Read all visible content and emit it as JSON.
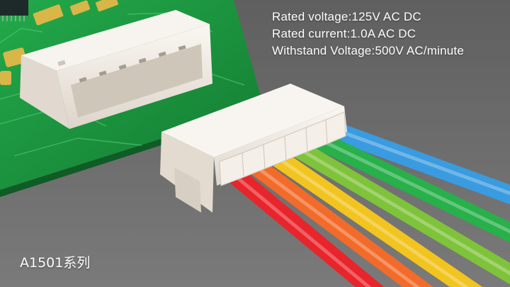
{
  "specs": [
    "Rated voltage:125V AC DC",
    "Rated current:1.0A AC DC",
    "Withstand Voltage:500V AC/minute"
  ],
  "series_label": "A1501系列",
  "wire_colors": [
    "#e8252b",
    "#f26b2a",
    "#f2c41f",
    "#7ec33a",
    "#28b04a",
    "#3a9be0"
  ],
  "board_color": "#1c9a3f",
  "connector_color": "#f1ebe2",
  "icons": [
    "pcb-board-icon",
    "wafer-header-icon",
    "housing-plug-icon",
    "wire-harness-icon"
  ]
}
